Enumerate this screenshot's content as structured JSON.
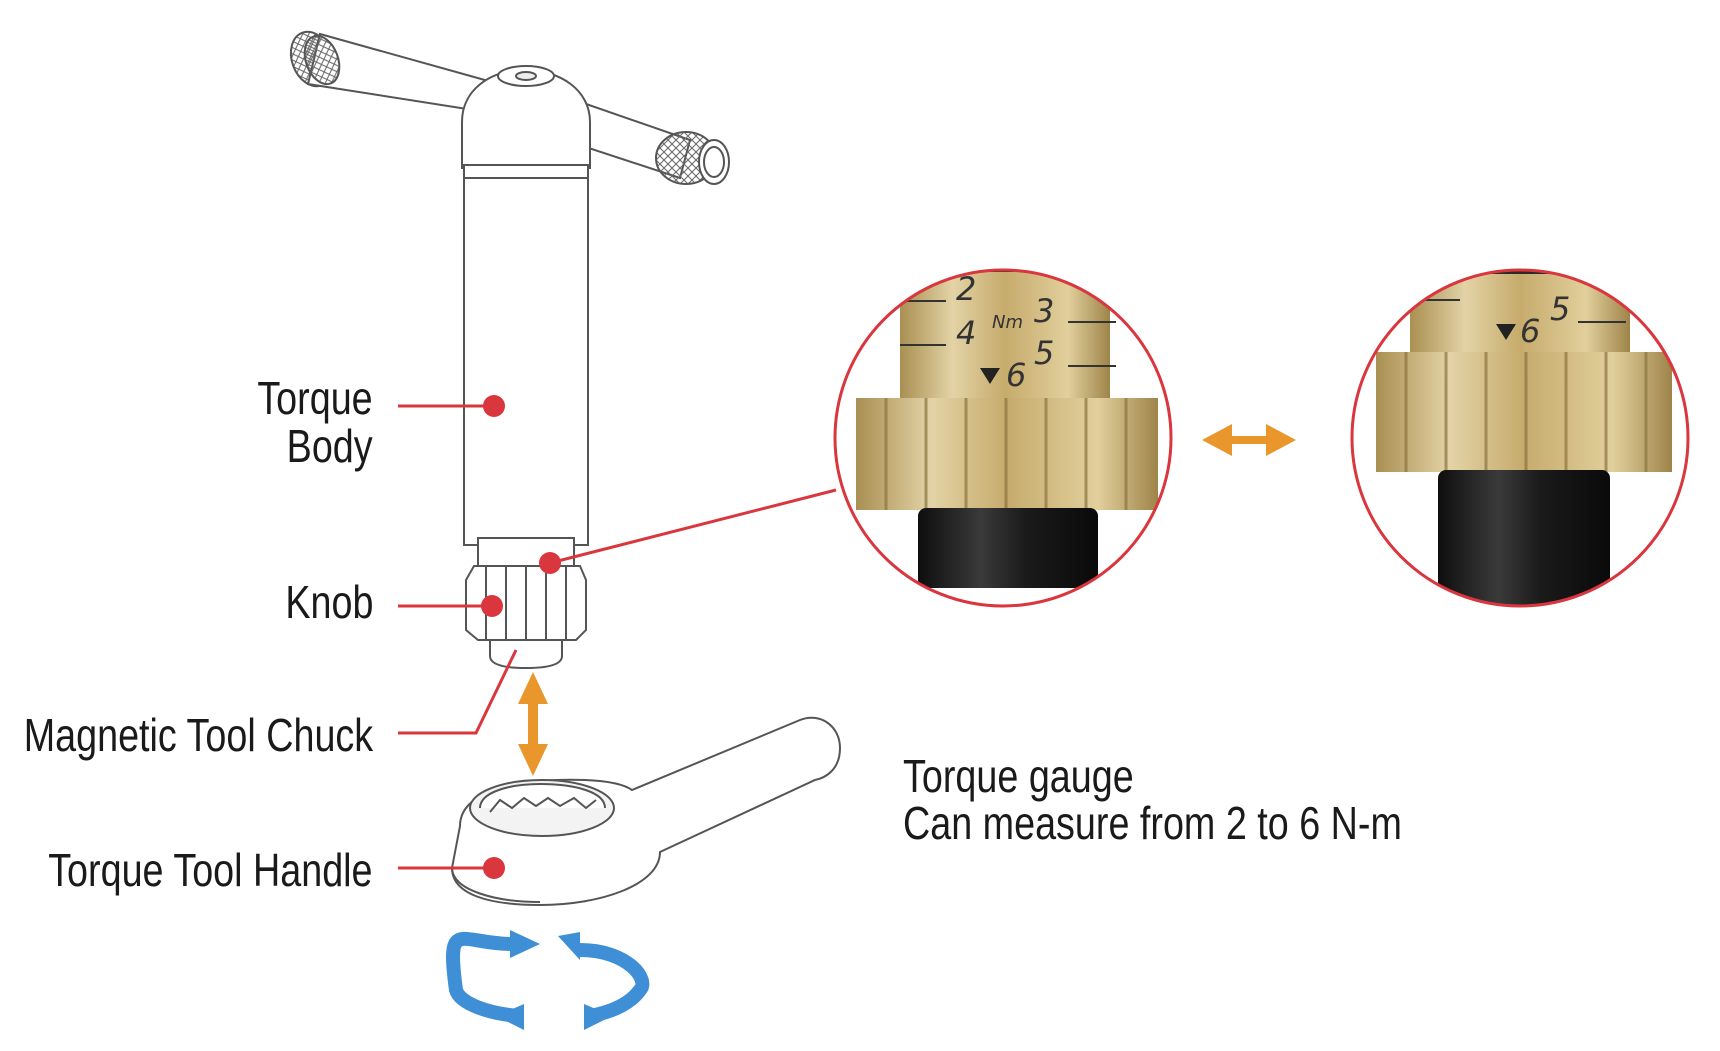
{
  "labels": {
    "torque_body_line1": "Torque",
    "torque_body_line2": "Body",
    "knob": "Knob",
    "magnetic_tool_chuck": "Magnetic Tool Chuck",
    "torque_tool_handle": "Torque Tool Handle"
  },
  "gauge": {
    "title": "Torque gauge",
    "description": "Can measure from 2 to 6 N-m"
  },
  "scale_zoom_left": {
    "unit": "Nm",
    "marks": [
      "2",
      "3",
      "4",
      "5",
      "6"
    ]
  },
  "scale_zoom_right": {
    "marks": [
      "6",
      "5"
    ]
  },
  "colors": {
    "callout_red": "#d9363e",
    "arrow_orange": "#e9962c",
    "rotate_blue": "#3f8fd6",
    "brass": "#c9b079",
    "knob_black": "#1c1c1c",
    "outline_gray": "#555555"
  },
  "icons": {
    "adjust_arrow": "double-headed-arrow-icon",
    "rotation": "rotate-arrows-icon"
  }
}
